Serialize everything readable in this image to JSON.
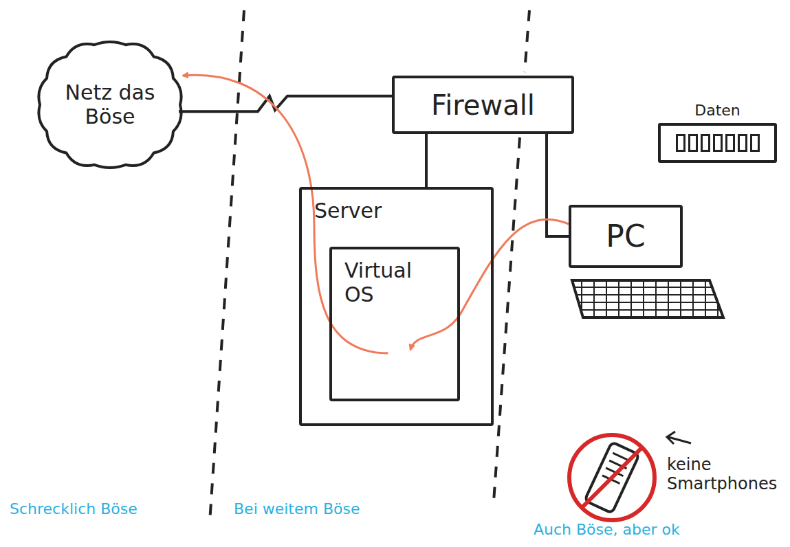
{
  "diagram": {
    "nodes": [
      {
        "text": [
          "Netz das Böse"
        ]
      },
      {
        "text": [
          "Firewall"
        ]
      },
      {
        "text": [
          "Server"
        ]
      },
      {
        "text": [
          "Virtual OS"
        ],
        "in": 2
      },
      {
        "text": [
          "PC"
        ]
      },
      {
        "text": [
          "Daten"
        ]
      }
    ],
    "edges": [
      {
        "from": 0,
        "to": 1,
        "arrow": "none"
      },
      {
        "from": 1,
        "to": 2,
        "arrow": "none"
      },
      {
        "from": 1,
        "to": 4,
        "arrow": "none"
      },
      {
        "from": 3,
        "to": 0,
        "arrow": "to"
      },
      {
        "from": 4,
        "to": 3,
        "arrow": "to"
      }
    ],
    "labels": [
      "keine Smartphones",
      "Schrecklich Böse",
      "Bei weitem Böse",
      "Auch Böse, aber ok"
    ]
  }
}
